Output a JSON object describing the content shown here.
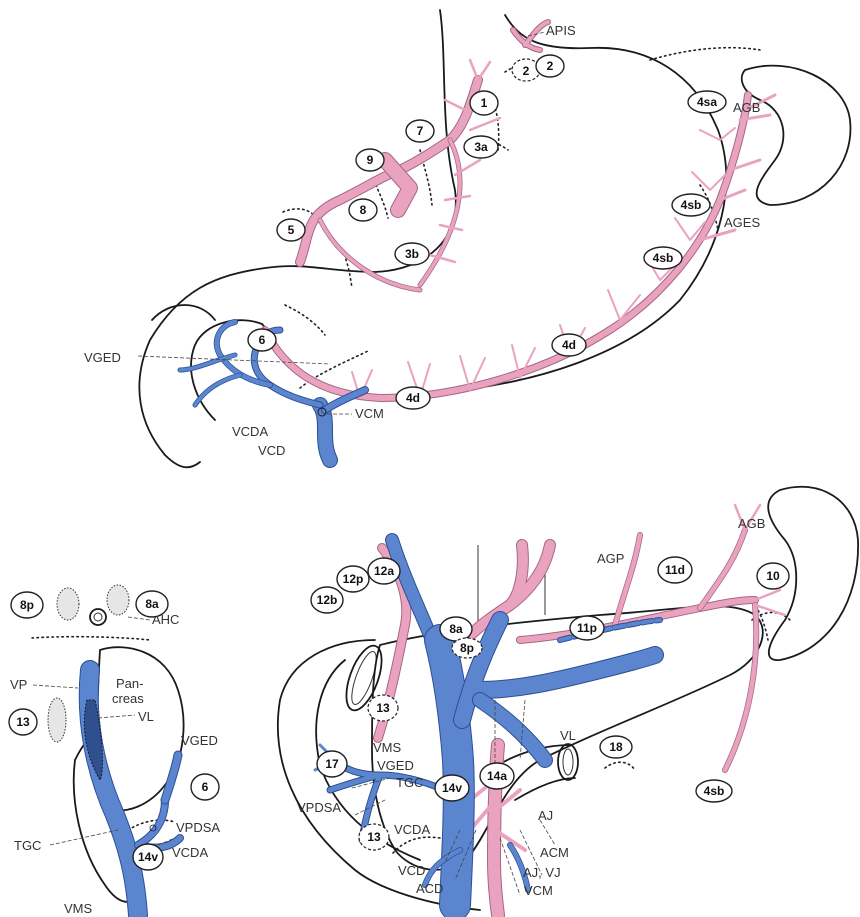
{
  "colors": {
    "artery": "#e9a3bf",
    "vein": "#5b86cf",
    "outline": "#1a1a1a",
    "node_fill": "#ffffff"
  },
  "top": {
    "labels": {
      "apis": "APIS",
      "agb": "AGB",
      "ages": "AGES",
      "vged": "VGED",
      "vcm": "VCM",
      "vcda": "VCDA",
      "vcd": "VCD"
    },
    "nodes": {
      "n1": "1",
      "n2a": "2",
      "n2b": "2",
      "n3a": "3a",
      "n3b": "3b",
      "n4sa": "4sa",
      "n4sb1": "4sb",
      "n4sb2": "4sb",
      "n4d1": "4d",
      "n4d2": "4d",
      "n5": "5",
      "n6": "6",
      "n7": "7",
      "n8": "8",
      "n9": "9"
    }
  },
  "bottom_right": {
    "labels": {
      "agb": "AGB",
      "agp": "AGP",
      "vl": "VL",
      "vms": "VMS",
      "vged": "VGED",
      "tgc": "TGC",
      "vpdsa": "VPDSA",
      "vcda": "VCDA",
      "vcd": "VCD",
      "acd": "ACD",
      "acm": "ACM",
      "aj": "AJ",
      "ajvj": "AJ, VJ",
      "vcm": "VCM"
    },
    "nodes": {
      "n10": "10",
      "n11d": "11d",
      "n11p": "11p",
      "n12a": "12a",
      "n12p": "12p",
      "n12b": "12b",
      "n8a": "8a",
      "n8p": "8p",
      "n13a": "13",
      "n13b": "13",
      "n14v": "14v",
      "n14a": "14a",
      "n17": "17",
      "n18": "18",
      "n4sb": "4sb"
    }
  },
  "bottom_left": {
    "labels": {
      "ahc": "AHC",
      "vp": "VP",
      "pancreas1": "Pan-",
      "pancreas2": "creas",
      "vl": "VL",
      "vged": "VGED",
      "tgc": "TGC",
      "vpdsa": "VPDSA",
      "vcda": "VCDA",
      "vms": "VMS"
    },
    "nodes": {
      "n8p": "8p",
      "n8a": "8a",
      "n13": "13",
      "n6": "6",
      "n14v": "14v"
    }
  }
}
